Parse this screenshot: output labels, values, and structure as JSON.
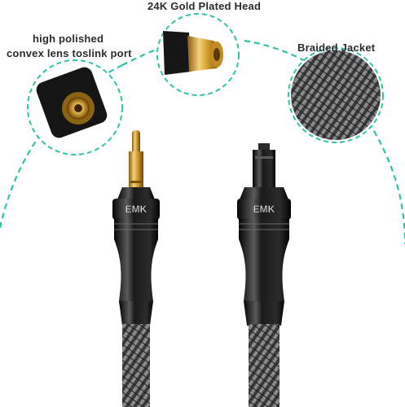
{
  "labels": {
    "gold_head": "24K Gold Plated Head",
    "lens_line1": "high polished",
    "lens_line2": "convex lens toslink port",
    "braided": "Braided Jacket"
  },
  "brand_mark": "EMK",
  "colors": {
    "dash_line": "#2fc3a6",
    "gold": "#d8a734",
    "connector_body": "#111111",
    "braid": "#6b6b6b"
  }
}
